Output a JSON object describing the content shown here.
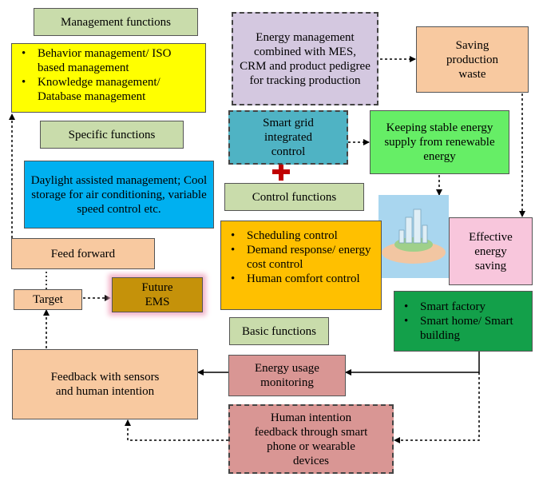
{
  "labels": {
    "management_functions": "Management functions",
    "specific_functions": "Specific functions",
    "control_functions": "Control functions",
    "basic_functions": "Basic functions"
  },
  "management_list": [
    "Behavior management/ ISO based management",
    "Knowledge management/ Database management"
  ],
  "daylight": "Daylight assisted management; Cool storage for air conditioning, variable speed control etc.",
  "energy_mes": "Energy management combined with MES, CRM and product pedigree for tracking production",
  "saving_waste": "Saving production waste",
  "smart_grid": "Smart grid integrated control",
  "stable_supply": "Keeping stable energy supply from renewable energy",
  "effective_saving": "Effective energy saving",
  "control_list": [
    "Scheduling control",
    "Demand response/ energy cost control",
    "Human comfort control"
  ],
  "smart_list": [
    "Smart factory",
    "Smart home/ Smart building"
  ],
  "feed_forward": "Feed forward",
  "target": "Target",
  "future_ems": "Future EMS",
  "feedback": "Feedback with sensors and human intention",
  "energy_usage": "Energy usage monitoring",
  "human_intention": "Human intention feedback through smart phone or wearable devices",
  "colors": {
    "green_label": "#c9dcab",
    "yellow": "#ffff00",
    "cyan": "#00b0f0",
    "lavender": "#d4c8e0",
    "peach": "#f8c9a0",
    "teal": "#4fb3c4",
    "green_bright": "#66ee66",
    "pink": "#f8c6dc",
    "orange": "#ffc000",
    "dark_green": "#13a04a",
    "brown": "#c5920a",
    "rose": "#d99694"
  }
}
